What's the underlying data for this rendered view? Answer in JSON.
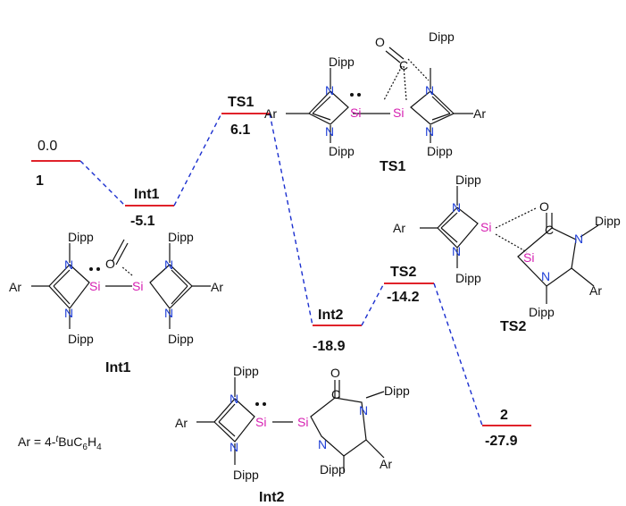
{
  "levels": [
    {
      "id": "1",
      "name": "1",
      "energy": "0.0"
    },
    {
      "id": "int1",
      "name": "Int1",
      "energy": "-5.1"
    },
    {
      "id": "ts1",
      "name": "TS1",
      "energy": "6.1"
    },
    {
      "id": "int2",
      "name": "Int2",
      "energy": "-18.9"
    },
    {
      "id": "ts2",
      "name": "TS2",
      "energy": "-14.2"
    },
    {
      "id": "2",
      "name": "2",
      "energy": "-27.9"
    }
  ],
  "structures": {
    "ts1": {
      "label": "TS1"
    },
    "ts2": {
      "label": "TS2"
    },
    "int1": {
      "label": "Int1"
    },
    "int2": {
      "label": "Int2"
    }
  },
  "atoms": {
    "N": "N",
    "Si": "Si",
    "O": "O",
    "C": "C",
    "Ar": "Ar",
    "Dipp": "Dipp",
    "Dipp_cut": "Dipp"
  },
  "legend": {
    "prefix": "Ar = 4-",
    "italic": "t",
    "mid": "BuC",
    "sub1": "6",
    "h": "H",
    "sub2": "4"
  },
  "colors": {
    "level": "#e0222a",
    "connector": "#1b2fcf",
    "nitrogen": "#1f3fd6",
    "silicon": "#d61fb1"
  }
}
